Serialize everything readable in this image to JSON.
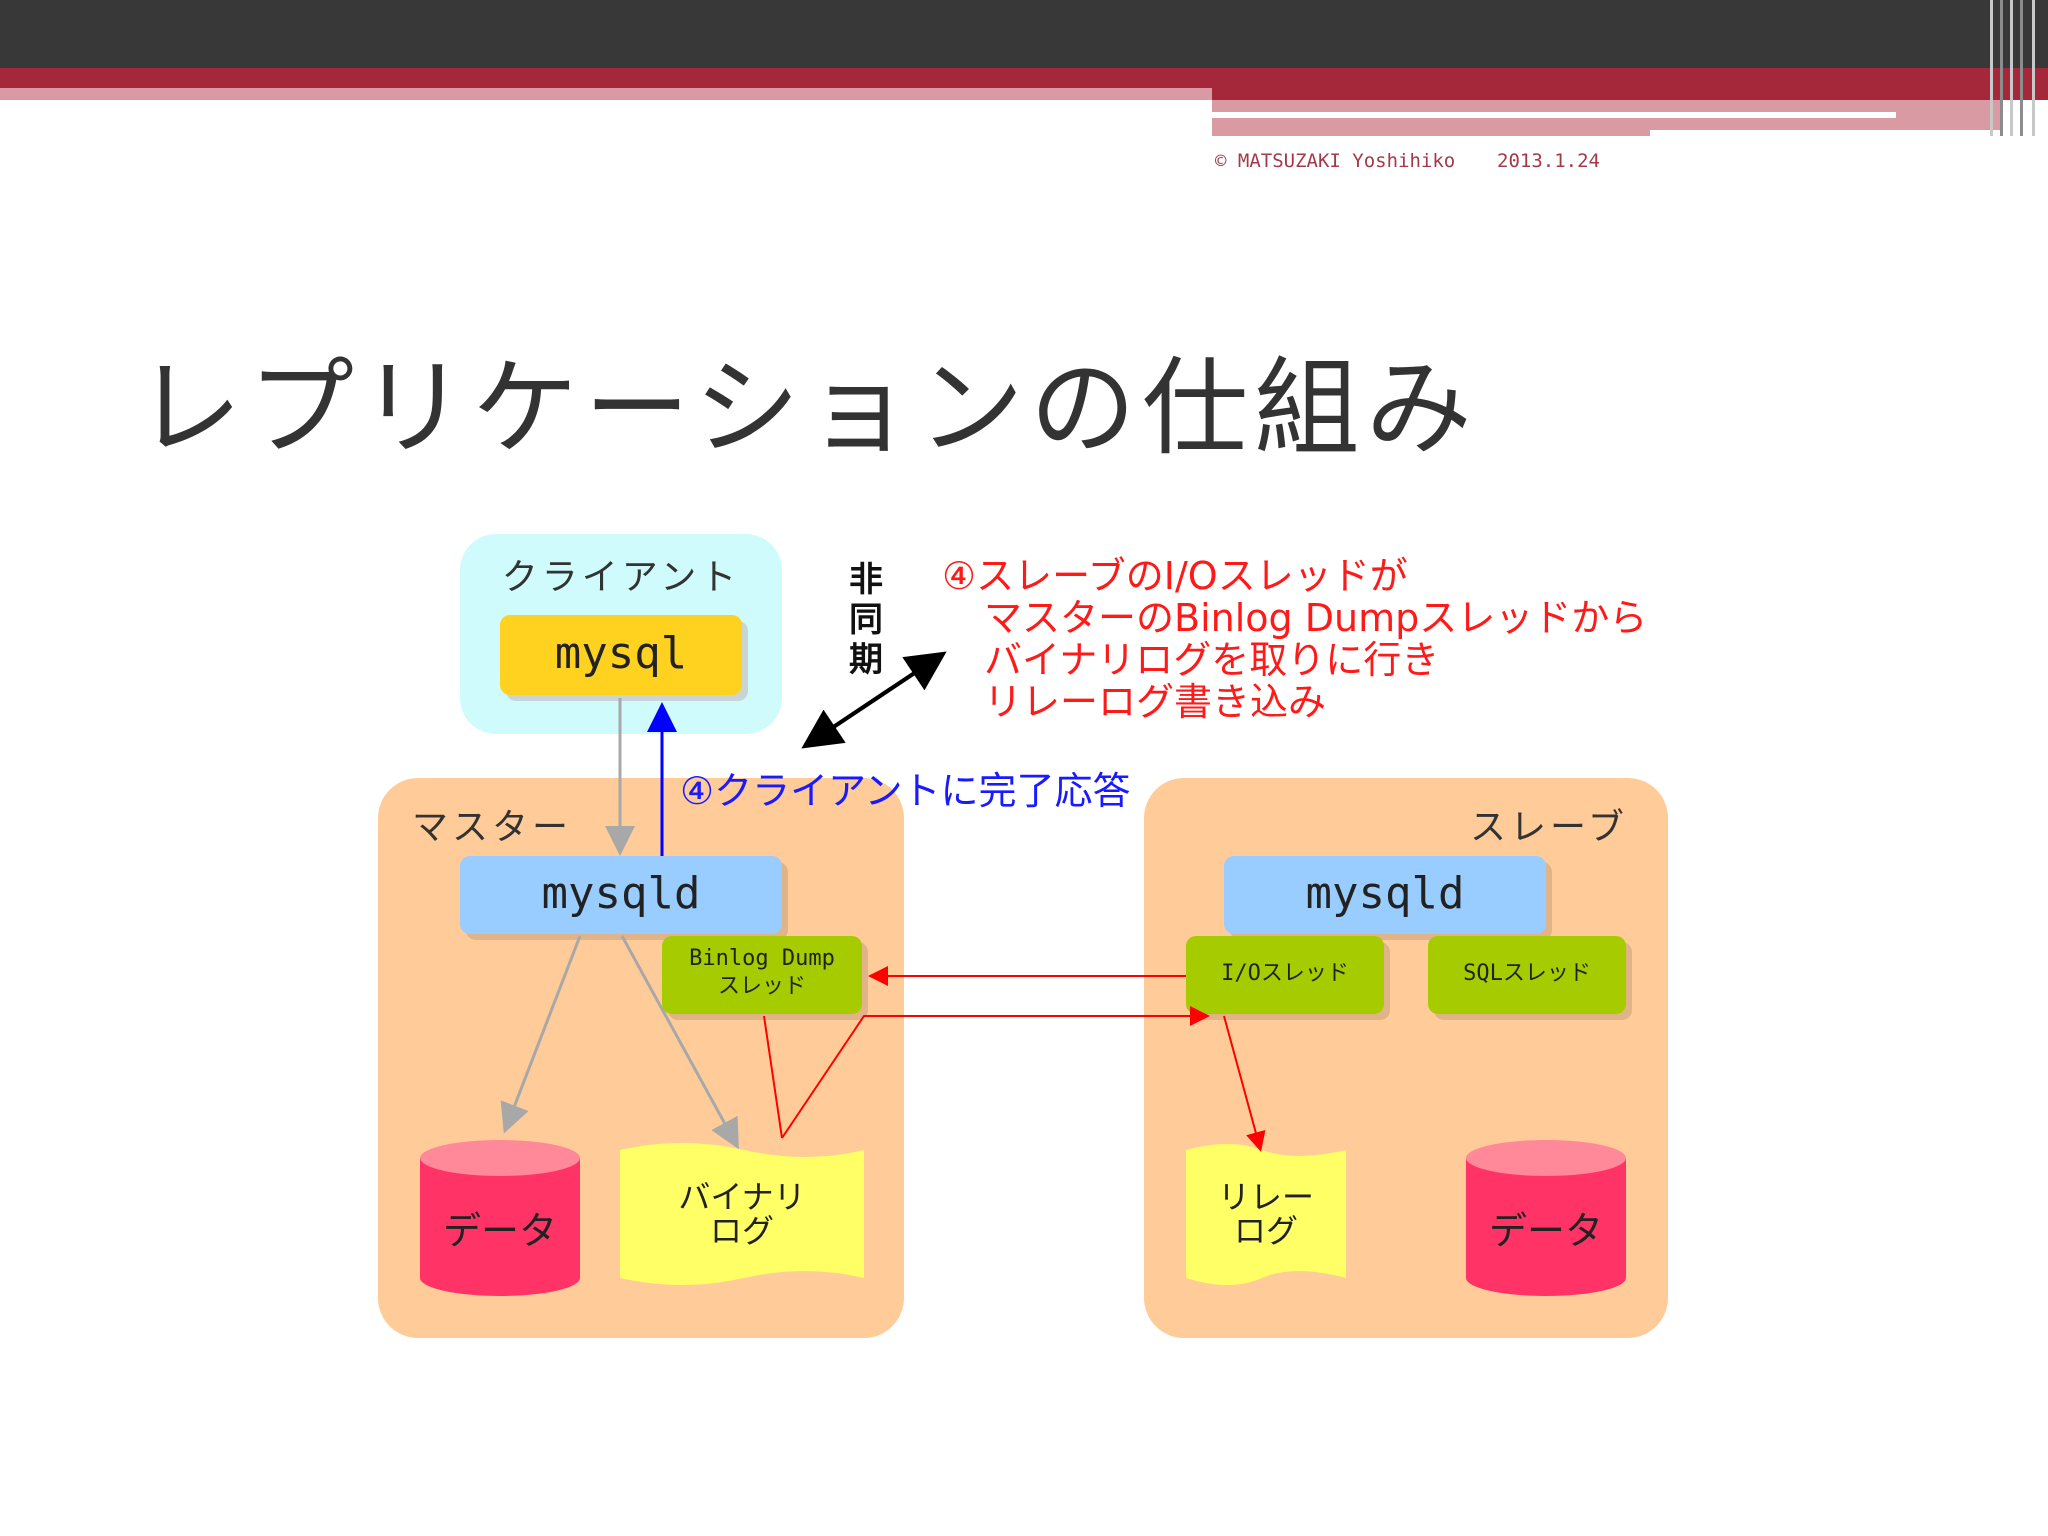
{
  "header": {
    "copyright": "© MATSUZAKI Yoshihiko",
    "date": "2013.1.24",
    "colors": {
      "dark": "#383838",
      "red": "#a5283a",
      "pink": "#d99aa4"
    }
  },
  "slide": {
    "title": "レプリケーションの仕組み"
  },
  "diagram": {
    "client": {
      "label": "クライアント",
      "app": "mysql"
    },
    "master": {
      "label": "マスター",
      "server": "mysqld",
      "thread": [
        "Binlog Dump",
        "スレッド"
      ],
      "data": "データ",
      "binlog": [
        "バイナリ",
        "ログ"
      ]
    },
    "slave": {
      "label": "スレーブ",
      "server": "mysqld",
      "io_thread": "I/Oスレッド",
      "sql_thread": "SQLスレッド",
      "relay": [
        "リレー",
        "ログ"
      ],
      "data": "データ"
    },
    "async_label": [
      "非",
      "同",
      "期"
    ],
    "note_red": [
      "④スレーブのI/Oスレッドが",
      "マスターのBinlog Dumpスレッドから",
      "バイナリログを取りに行き",
      "リレーログ書き込み"
    ],
    "note_blue": "④クライアントに完了応答",
    "colors": {
      "client_panel": "#cffbfd",
      "mysql_box": "#ffd21f",
      "server_panel": "#ffcc99",
      "mysqld_box": "#99ccff",
      "thread_box": "#a6cc00",
      "data_cylinder": "#ff3366",
      "log_doc": "#ffff66",
      "red_arrow": "#ff0000",
      "blue_arrow": "#0000ff",
      "gray_arrow": "#a8a8a8"
    }
  }
}
